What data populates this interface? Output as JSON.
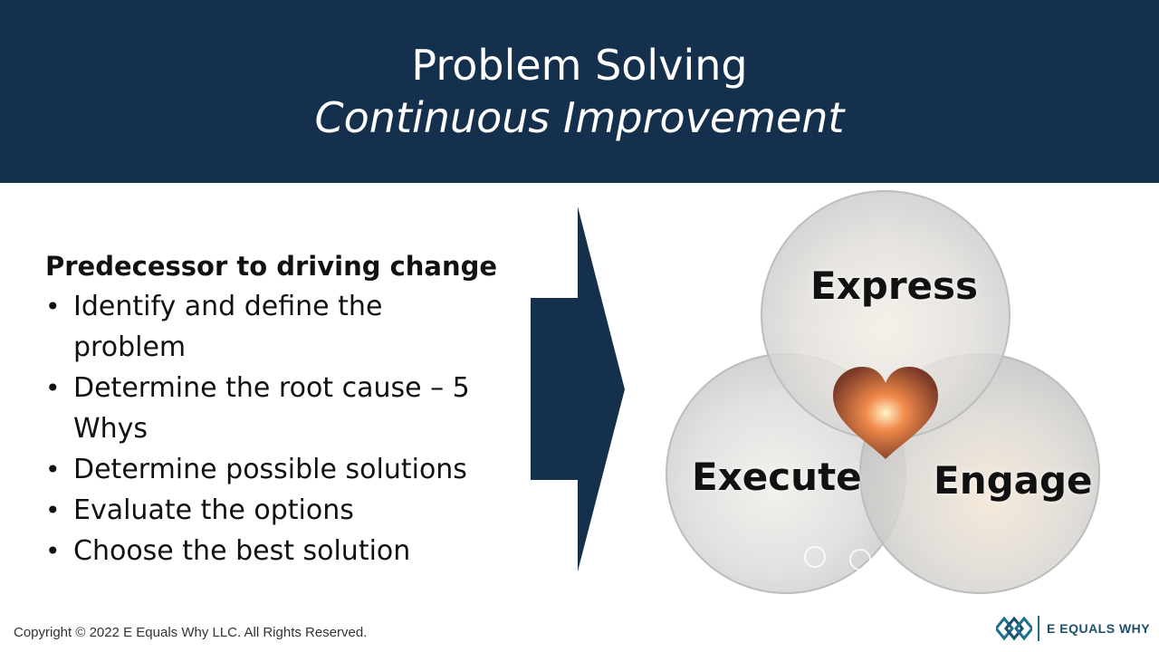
{
  "header": {
    "title": "Problem Solving",
    "subtitle": "Continuous Improvement"
  },
  "content": {
    "heading": "Predecessor to driving change",
    "bullets": [
      "Identify and define the problem",
      "Determine the root cause – 5 Whys",
      "Determine possible solutions",
      "Evaluate the options",
      "Choose the best solution"
    ]
  },
  "venn": {
    "top_label": "Express",
    "left_label": "Execute",
    "right_label": "Engage",
    "center_icon": "heart-icon"
  },
  "footer": {
    "copyright": "Copyright © 2022 E Equals Why LLC. All Rights Reserved.",
    "logo_text": "E EQUALS WHY"
  },
  "colors": {
    "header_bg": "#15304d",
    "arrow": "#15304d",
    "logo": "#1d4f6a"
  }
}
